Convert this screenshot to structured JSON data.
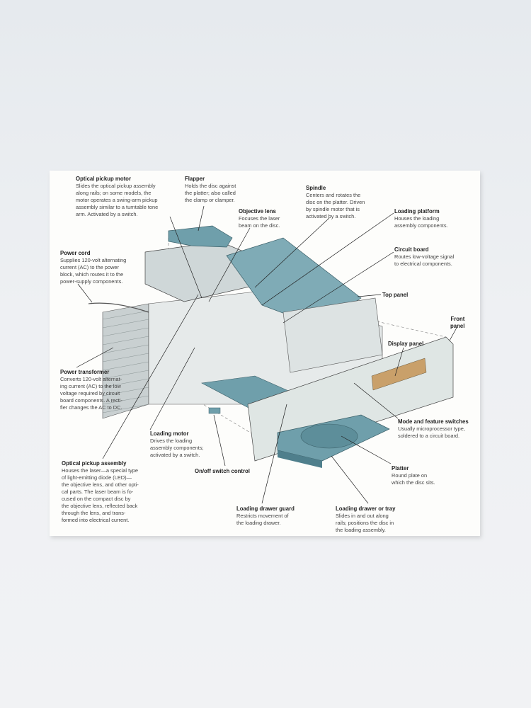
{
  "colors": {
    "wall": "#eceef1",
    "paper": "#fdfdfb",
    "teal": "#6f9fab",
    "teal_dark": "#4f7f8c",
    "metal": "#dfe3e3",
    "line": "#2a2a2a"
  },
  "labels": [
    {
      "id": "optical-pickup-motor",
      "title": "Optical pickup motor",
      "text": "Slides the optical pickup assembly\nalong rails; on some models, the\nmotor operates a swing-arm pickup\nassembly similar to a turntable tone\narm. Activated by a switch."
    },
    {
      "id": "flapper",
      "title": "Flapper",
      "text": "Holds the disc against\nthe platter; also called\nthe clamp or clamper."
    },
    {
      "id": "objective-lens",
      "title": "Objective lens",
      "text": "Focuses the laser\nbeam on the disc."
    },
    {
      "id": "spindle",
      "title": "Spindle",
      "text": "Centers and rotates the\ndisc on the platter. Driven\nby spindle motor that is\nactivated by a switch."
    },
    {
      "id": "loading-platform",
      "title": "Loading platform",
      "text": "Houses the loading\nassembly components."
    },
    {
      "id": "circuit-board",
      "title": "Circuit board",
      "text": "Routes low-voltage signal\nto electrical components."
    },
    {
      "id": "top-panel",
      "title": "Top panel",
      "text": ""
    },
    {
      "id": "front-panel",
      "title": "Front\npanel",
      "text": ""
    },
    {
      "id": "display-panel",
      "title": "Display panel",
      "text": ""
    },
    {
      "id": "power-cord",
      "title": "Power cord",
      "text": "Supplies 120-volt alternating\ncurrent (AC) to the power\nblock, which routes it to the\npower-supply components."
    },
    {
      "id": "power-transformer",
      "title": "Power transformer",
      "text": "Converts 120-volt alternat-\ning current (AC) to the low\nvoltage required by circuit\nboard components. A recti-\nfier changes the AC to DC."
    },
    {
      "id": "loading-motor",
      "title": "Loading motor",
      "text": "Drives the loading\nassembly components;\nactivated by a switch."
    },
    {
      "id": "on-off-switch-control",
      "title": "On/off switch control",
      "text": ""
    },
    {
      "id": "optical-pickup-assembly",
      "title": "Optical pickup assembly",
      "text": "Houses the laser—a special type\nof light-emitting diode (LED)—\nthe objective lens, and other opti-\ncal parts. The laser beam is fo-\ncused on the compact disc by\nthe objective lens, reflected back\nthrough the lens, and trans-\nformed into electrical current."
    },
    {
      "id": "mode-and-feature-switches",
      "title": "Mode and feature switches",
      "text": "Usually microprocessor type,\nsoldered to a circuit board."
    },
    {
      "id": "platter",
      "title": "Platter",
      "text": "Round plate on\nwhich the disc sits."
    },
    {
      "id": "loading-drawer-guard",
      "title": "Loading drawer guard",
      "text": "Restricts movement of\nthe loading drawer."
    },
    {
      "id": "loading-drawer-or-tray",
      "title": "Loading drawer or tray",
      "text": "Slides in and out along\nrails; positions the disc in\nthe loading assembly."
    }
  ]
}
